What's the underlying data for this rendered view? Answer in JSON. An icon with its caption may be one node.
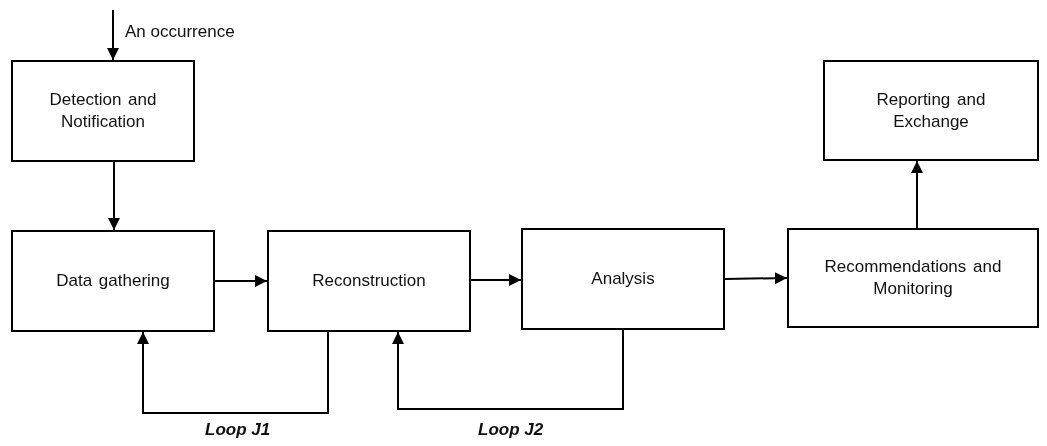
{
  "diagram": {
    "nodes": [
      {
        "text": [
          "Detection and Notification"
        ]
      },
      {
        "text": [
          "Data gathering"
        ]
      },
      {
        "text": [
          "Reconstruction"
        ]
      },
      {
        "text": [
          "Analysis"
        ]
      },
      {
        "text": [
          "Recommendations and Monitoring"
        ]
      },
      {
        "text": [
          "Reporting and Exchange"
        ]
      }
    ],
    "edges": [
      {
        "from": null,
        "to": 0,
        "arrow": "to",
        "label": "An occurrence"
      },
      {
        "from": 0,
        "to": 1,
        "arrow": "to"
      },
      {
        "from": 1,
        "to": 2,
        "arrow": "to"
      },
      {
        "from": 2,
        "to": 3,
        "arrow": "to"
      },
      {
        "from": 3,
        "to": 4,
        "arrow": "to"
      },
      {
        "from": 4,
        "to": 5,
        "arrow": "to"
      },
      {
        "from": 2,
        "to": 1,
        "arrow": "to",
        "label": "Loop J1"
      },
      {
        "from": 3,
        "to": 2,
        "arrow": "to",
        "label": "Loop J2"
      }
    ]
  }
}
